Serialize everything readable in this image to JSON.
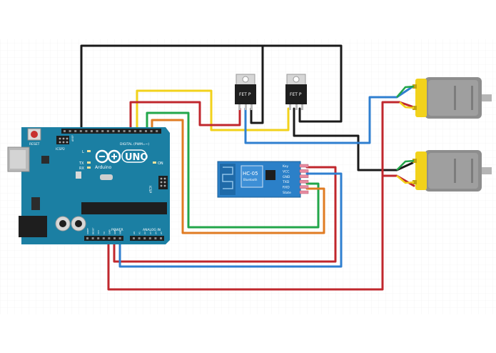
{
  "arduino": {
    "model": "UNO",
    "brand": "Arduino",
    "reset_label": "RESET",
    "icsp2_label": "ICSP2",
    "digital_label": "DIGITAL (PWM=~)",
    "aref_label": "AREF",
    "gnd_label": "GND",
    "power_label": "POWER",
    "analog_label": "ANALOG IN",
    "icsp_label": "ICSP",
    "on_label": "ON",
    "l_label": "L",
    "tx_label": "TX",
    "rx_label": "RX",
    "power_pins": [
      "IOREF",
      "RESET",
      "3V3",
      "5V",
      "GND",
      "GND",
      "VIN"
    ],
    "analog_pins": [
      "A0",
      "A1",
      "A2",
      "A3",
      "A4",
      "A5"
    ]
  },
  "bluetooth": {
    "model": "HC-05",
    "subtitle": "Bluetooth",
    "pins": [
      "Key",
      "VCC",
      "GND",
      "TXD",
      "RXD",
      "State"
    ]
  },
  "mosfets": [
    {
      "label": "FET P"
    },
    {
      "label": "FET P"
    }
  ],
  "wire_colors": {
    "black": "#1a1a1a",
    "red": "#c0272d",
    "yellow": "#f2d21b",
    "green": "#22a64a",
    "orange": "#e07b22",
    "blue": "#2f7fd0"
  },
  "colors": {
    "board": "#1b7fa3",
    "board_dark": "#146580",
    "module": "#2b80c8",
    "motor_body": "#8d8d8d",
    "motor_cap": "#f2d21b",
    "grid": "#eeeeee"
  }
}
